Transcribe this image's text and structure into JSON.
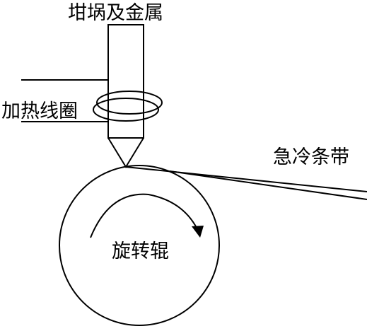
{
  "labels": {
    "crucible_metal": "坩埚及金属",
    "heating_coil": "加热线圈",
    "quenched_ribbon": "急冷条带",
    "rotating_roller": "旋转辊"
  },
  "colors": {
    "line": "#000000",
    "background": "#ffffff"
  }
}
